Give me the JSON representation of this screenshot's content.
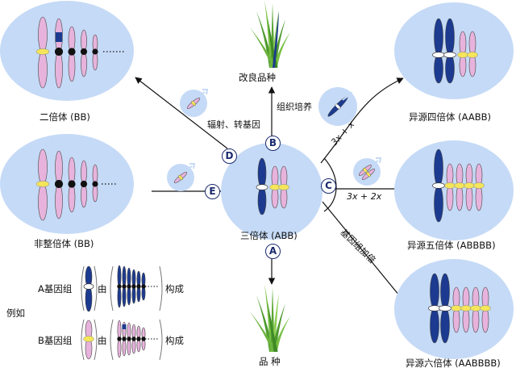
{
  "center": {
    "label": "三倍体 (ABB)"
  },
  "nodes": {
    "top": {
      "label": "改良品种"
    },
    "bottom": {
      "label": "品 种"
    },
    "top_left": {
      "label": "二倍体 (BB)"
    },
    "mid_left": {
      "label": "非整倍体 (BB)"
    },
    "right_top": {
      "label": "异源四倍体 (AABB)"
    },
    "right_mid": {
      "label": "异源五倍体 (ABBBB)"
    },
    "right_bottom": {
      "label": "异源六倍体 (AABBBB)"
    }
  },
  "markers": {
    "A": "A",
    "B": "B",
    "C": "C",
    "D": "D",
    "E": "E"
  },
  "edges": {
    "d_label": "辐射、转基因",
    "b_label": "组织培养",
    "c_top": "3x + x",
    "c_mid": "3x + 2x",
    "c_bottom": "基因组加倍"
  },
  "legend": {
    "example": "例如",
    "a_genome": "A基因组",
    "b_genome": "B基因组",
    "by": "由",
    "composed": "构成"
  },
  "colors": {
    "ellipse_fill": "#c5daf6",
    "dark_blue": "#1c3a8f",
    "pink": "#e7b3dc",
    "yellow": "#f4e55a",
    "black_centromere": "#111111",
    "grass_green": "#6cb33f"
  }
}
